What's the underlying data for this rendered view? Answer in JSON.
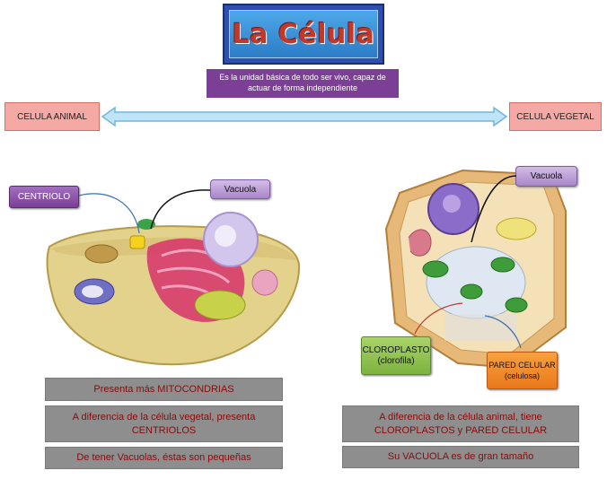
{
  "title": "La Célula",
  "definition": {
    "line1": "Es la unidad básica de todo ser vivo, capaz de",
    "line2": "actuar de forma independiente"
  },
  "left_label": "CELULA  ANIMAL",
  "right_label": "CELULA  VEGETAL",
  "animal": {
    "centriolo": "CENTRIOLO",
    "vacuola": "Vacuola",
    "facts": [
      {
        "line1": "Presenta  más  MITOCONDRIAS"
      },
      {
        "line1": "A diferencia de la célula vegetal, presenta",
        "line2": "CENTRIOLOS"
      },
      {
        "line1": "De tener Vacuolas,  éstas son pequeñas"
      }
    ]
  },
  "plant": {
    "vacuola": "Vacuola",
    "cloroplasto": {
      "line1": "CLOROPLASTO",
      "line2": "(clorofila)"
    },
    "pared": {
      "line1": "PARED CELULAR",
      "line2": "(celulosa)"
    },
    "facts": [
      {
        "line1": "A diferencia de la célula animal, tiene",
        "line2": "CLOROPLASTOS  y  PARED CELULAR"
      },
      {
        "line1": "Su  VACUOLA  es de gran tamaño"
      }
    ]
  },
  "colors": {
    "title_text": "#c0392b",
    "title_bg": "#2f4fb0",
    "definition_bg": "#7b3f95",
    "side_label_bg": "#f4a9a4",
    "connector": "#a9d8f0",
    "fact_bg": "#8e8e8e",
    "fact_text": "#8b0a0a"
  }
}
